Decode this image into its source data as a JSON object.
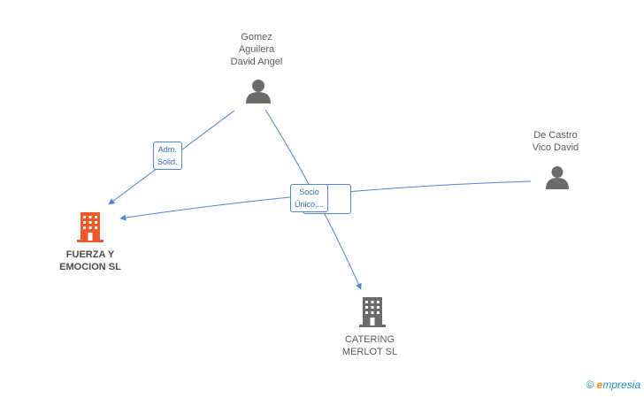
{
  "nodes": {
    "gomez": {
      "lines": [
        "Gomez",
        "Aguilera",
        "David Angel"
      ],
      "type": "person"
    },
    "decastro": {
      "lines": [
        "De Castro",
        "Vico David"
      ],
      "type": "person"
    },
    "fuerza": {
      "lines": [
        "FUERZA Y",
        "EMOCION SL"
      ],
      "type": "company",
      "color": "#f05a28"
    },
    "catering": {
      "lines": [
        "CATERING",
        "MERLOT SL"
      ],
      "type": "company",
      "color": "#6b6b6b"
    }
  },
  "edges": {
    "adm": {
      "lines": [
        "Adm.",
        "Solid."
      ]
    },
    "socio": {
      "lines": [
        "Socio",
        "Único,..."
      ]
    }
  },
  "colors": {
    "edge": "#4a86d8",
    "person_icon": "#6b6b6b"
  },
  "footer": {
    "copyright": "©",
    "brand_initial": "e",
    "brand_rest": "mpresia"
  }
}
